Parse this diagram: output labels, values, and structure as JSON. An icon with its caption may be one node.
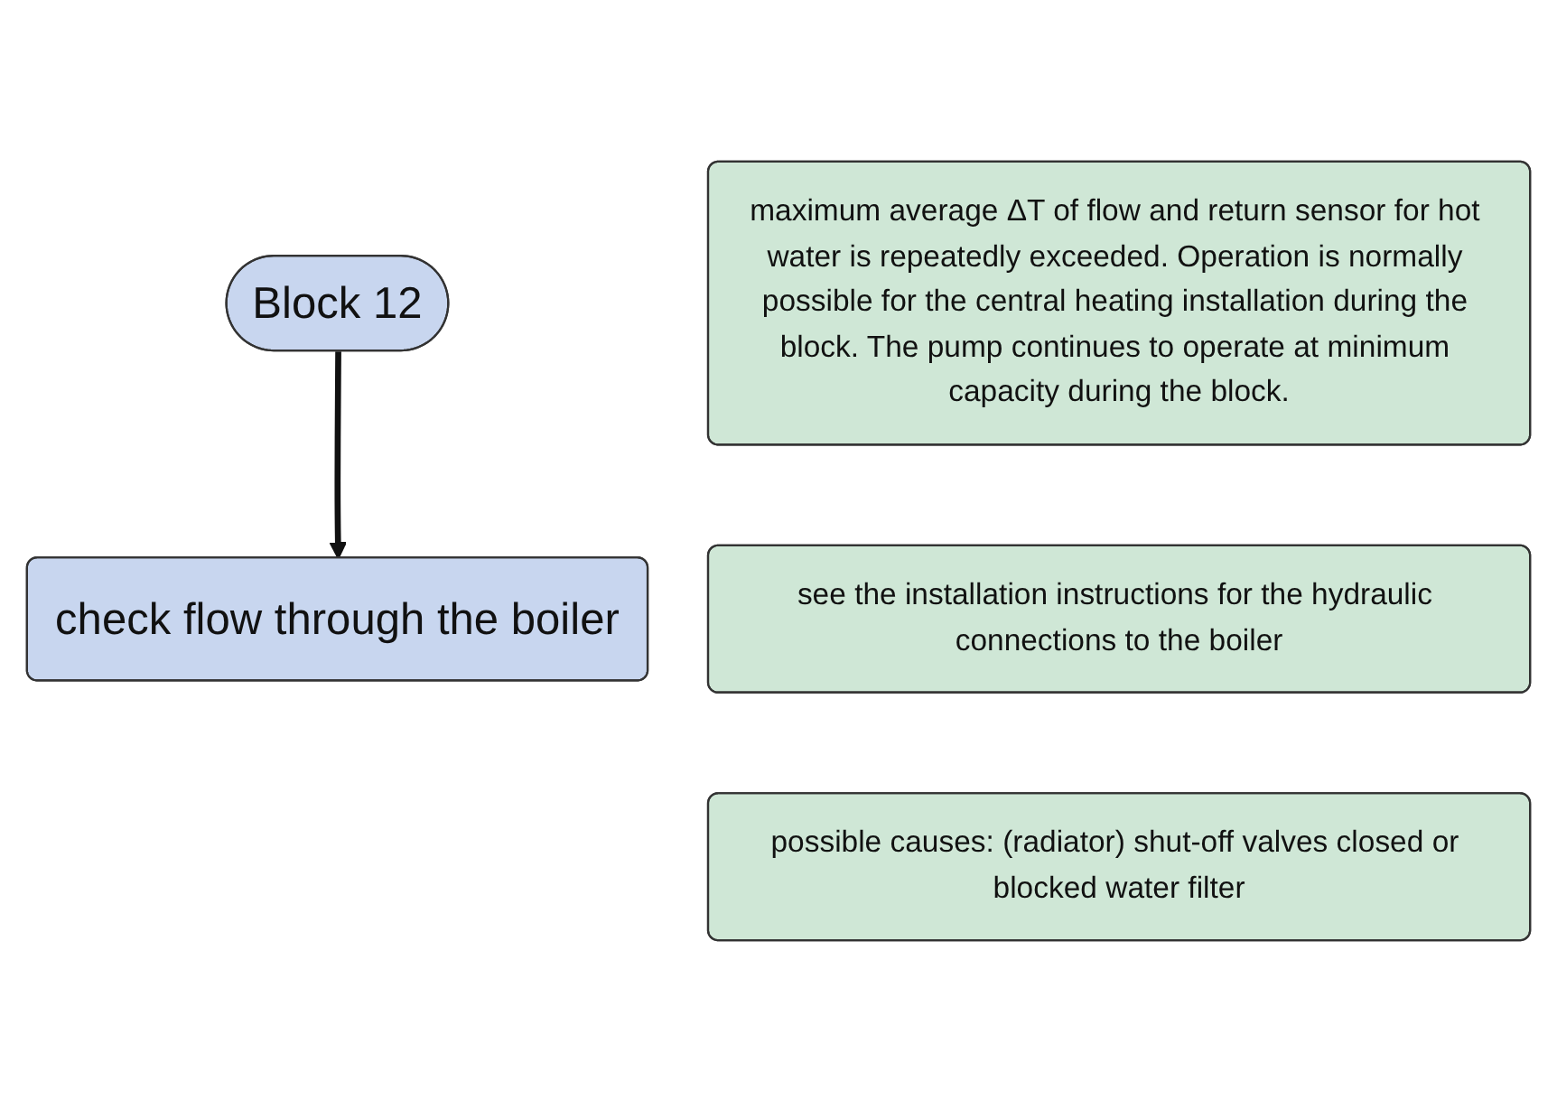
{
  "diagram": {
    "nodes": [
      {
        "text": [
          "Block 12"
        ]
      },
      {
        "text": [
          "maximum average ΔT of flow and return sensor for hot water is repeatedly exceeded. Operation is normally possible for the central heating installation during the block. The pump continues to operate at minimum capacity during the block."
        ]
      },
      {
        "text": [
          "check flow through the boiler"
        ]
      },
      {
        "text": [
          "see the installation instructions for the hydraulic connections to the boiler"
        ]
      },
      {
        "text": [
          "possible causes: (radiator) shut-off valves closed or blocked water filter"
        ]
      }
    ],
    "edges": [
      {
        "from": 0,
        "to": 2,
        "arrow": "to"
      }
    ]
  }
}
